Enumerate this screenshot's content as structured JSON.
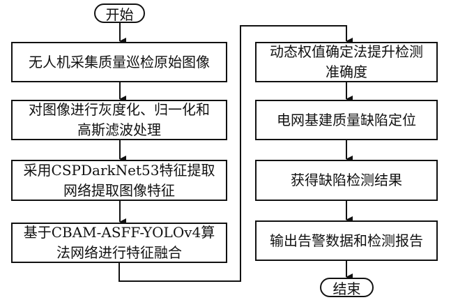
{
  "flowchart": {
    "start": "开始",
    "end": "结束",
    "left_column": [
      {
        "lines": [
          "无人机采集质量巡检原始图像"
        ]
      },
      {
        "lines": [
          "对图像进行灰度化、归一化和",
          "高斯滤波处理"
        ]
      },
      {
        "lines": [
          "采用CSPDarkNet53特征提取",
          "网络提取图像特征"
        ]
      },
      {
        "lines": [
          "基于CBAM-ASFF-YOLOv4算",
          "法网络进行特征融合"
        ]
      }
    ],
    "right_column": [
      {
        "lines": [
          "动态权值确定法提升检测",
          "准确度"
        ]
      },
      {
        "lines": [
          "电网基建质量缺陷定位"
        ]
      },
      {
        "lines": [
          "获得缺陷检测结果"
        ]
      },
      {
        "lines": [
          "输出告警数据和检测报告"
        ]
      }
    ]
  }
}
